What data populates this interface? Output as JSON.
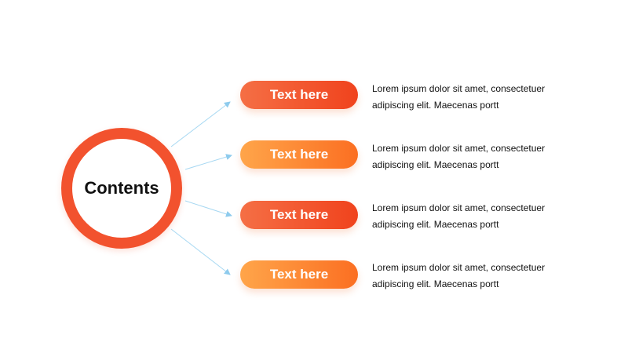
{
  "hub": {
    "title": "Contents"
  },
  "items": [
    {
      "label": "Text here",
      "line1": "Lorem ipsum dolor sit amet, consectetuer",
      "line2": "adipiscing elit. Maecenas portt"
    },
    {
      "label": "Text here",
      "line1": "Lorem ipsum dolor sit amet, consectetuer",
      "line2": "adipiscing elit. Maecenas portt"
    },
    {
      "label": "Text here",
      "line1": "Lorem ipsum dolor sit amet, consectetuer",
      "line2": "adipiscing elit. Maecenas portt"
    },
    {
      "label": "Text here",
      "line1": "Lorem ipsum dolor sit amet, consectetuer",
      "line2": "adipiscing elit. Maecenas portt"
    }
  ],
  "colors": {
    "hub_ring": "#f2522e",
    "pill_red": "#f0431d",
    "pill_orange": "#fb8a2c",
    "arrow": "#9fd3f0",
    "text": "#111111"
  }
}
